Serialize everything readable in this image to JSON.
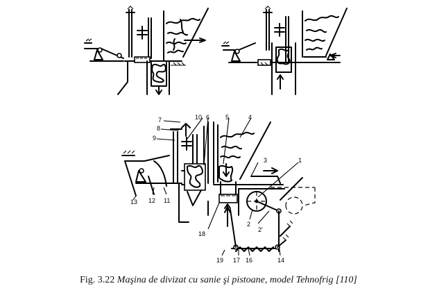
{
  "figure": {
    "caption": {
      "prefix": "Fig. 3.22",
      "title": "Maşina de divizat cu sanie şi pistoane, model Tehnofrig [110]"
    },
    "part_labels": [
      "7",
      "8",
      "9",
      "10",
      "6",
      "5",
      "4",
      "3",
      "1",
      "13",
      "12",
      "11",
      "18",
      "2",
      "2'",
      "19",
      "17",
      "16",
      "14"
    ]
  }
}
